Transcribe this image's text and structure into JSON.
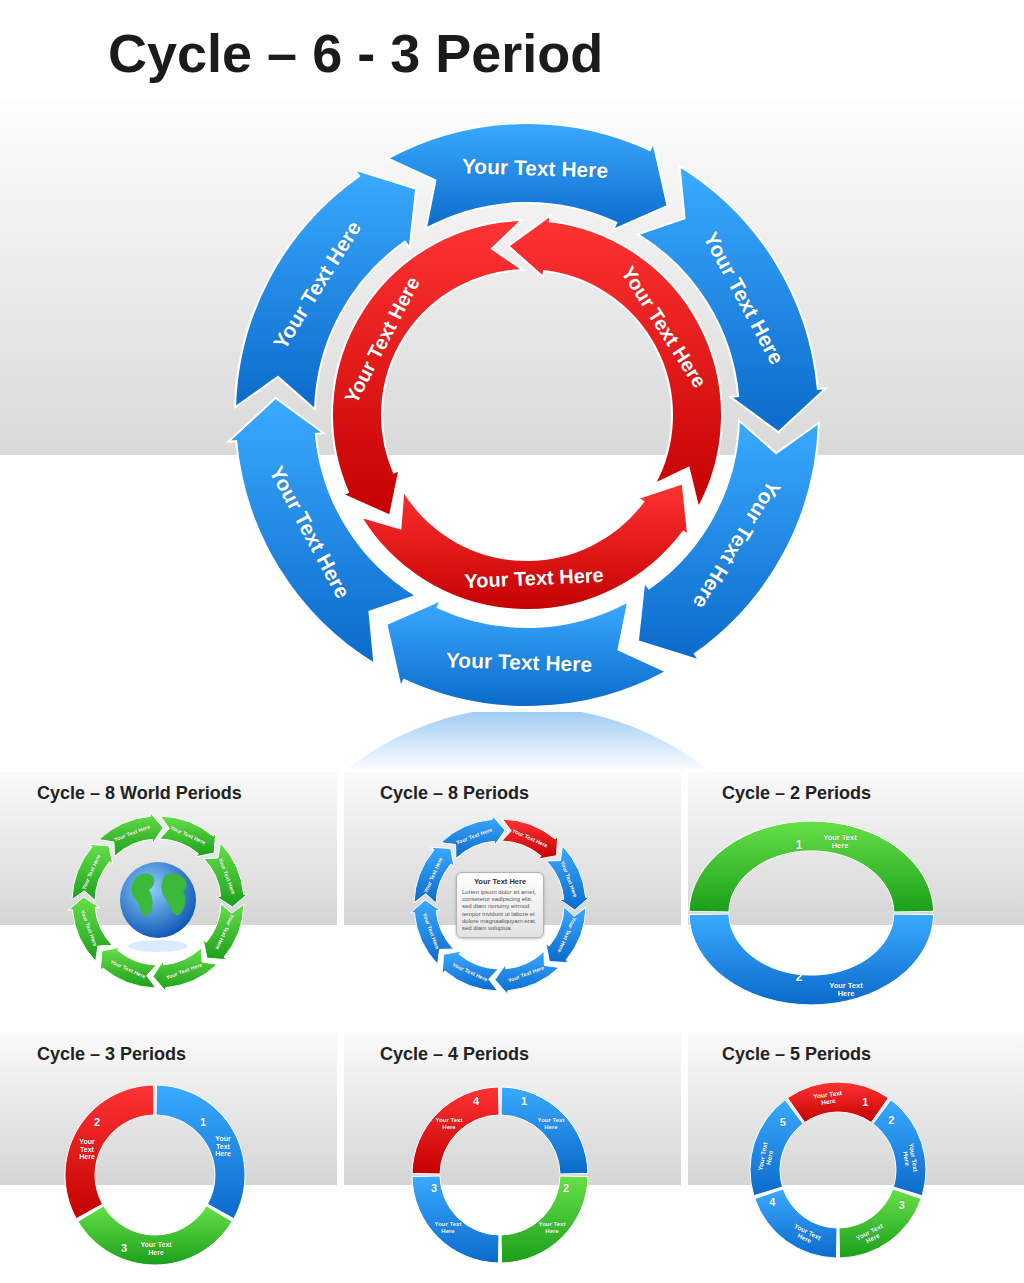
{
  "diagram": {
    "title": "Cycle – 6 - 3 Period",
    "nodes": [
      {
        "text": [
          "Your Text Here"
        ]
      },
      {
        "text": [
          "Your Text Here"
        ]
      },
      {
        "text": [
          "Your Text Here"
        ]
      },
      {
        "text": [
          "Your Text Here"
        ]
      },
      {
        "text": [
          "Your Text Here"
        ]
      },
      {
        "text": [
          "Your Text Here"
        ]
      },
      {
        "text": [
          "Your Text Here"
        ]
      },
      {
        "text": [
          "Your Text Here"
        ]
      },
      {
        "text": [
          "Your Text Here"
        ]
      },
      {
        "text": [
          "Your Text Here"
        ]
      },
      {
        "text": [
          "Your Text Here"
        ]
      },
      {
        "text": [
          "Your Text Here"
        ]
      },
      {
        "text": [
          "Your Text Here"
        ]
      },
      {
        "text": [
          "Your Text Here"
        ]
      },
      {
        "text": [
          "Your Text Here"
        ]
      },
      {
        "text": [
          "Your Text Here"
        ]
      },
      {
        "text": [
          "Your Text Here"
        ]
      },
      {
        "text": [
          "Your Text Here"
        ]
      },
      {
        "text": [
          "Your Text Here"
        ]
      },
      {
        "text": [
          "Your Text Here"
        ]
      },
      {
        "text": [
          "Your Text Here"
        ]
      },
      {
        "text": [
          "Your Text Here"
        ]
      },
      {
        "text": [
          "Your Text Here"
        ]
      },
      {
        "text": [
          "Your Text Here"
        ]
      },
      {
        "text": [
          "Your Text Here"
        ]
      },
      {
        "text": [
          "Your Text Here",
          "Lorem ipsum dolor sit amet, consetetur sadipscing elitr, sed diam nonumy eirmod tempor invidunt ut labore et dolore magnaaliquyam erat, sed diam voluptua."
        ]
      },
      {
        "text": [
          "1",
          "Your Text Here"
        ]
      },
      {
        "text": [
          "2",
          "Your Text Here"
        ]
      },
      {
        "text": [
          "1",
          "Your Text Here"
        ]
      },
      {
        "text": [
          "2",
          "Your Text Here"
        ]
      },
      {
        "text": [
          "3",
          "Your Text Here"
        ]
      },
      {
        "text": [
          "1",
          "Your Text Here"
        ]
      },
      {
        "text": [
          "2",
          "Your Text Here"
        ]
      },
      {
        "text": [
          "3",
          "Your Text Here"
        ]
      },
      {
        "text": [
          "4",
          "Your Text Here"
        ]
      },
      {
        "text": [
          "Your Text Here",
          "1"
        ]
      },
      {
        "text": [
          "2",
          "Your Text Here"
        ]
      },
      {
        "text": [
          "3",
          "Your Text Here"
        ]
      },
      {
        "text": [
          "4",
          "Your Text Here"
        ]
      },
      {
        "text": [
          "5",
          "Your Text Here"
        ]
      }
    ],
    "labels": [
      "Cycle – 8 World Periods",
      "Cycle – 8 Periods",
      "Cycle – 2 Periods",
      "Cycle – 3 Periods",
      "Cycle – 4 Periods",
      "Cycle – 5 Periods"
    ]
  }
}
